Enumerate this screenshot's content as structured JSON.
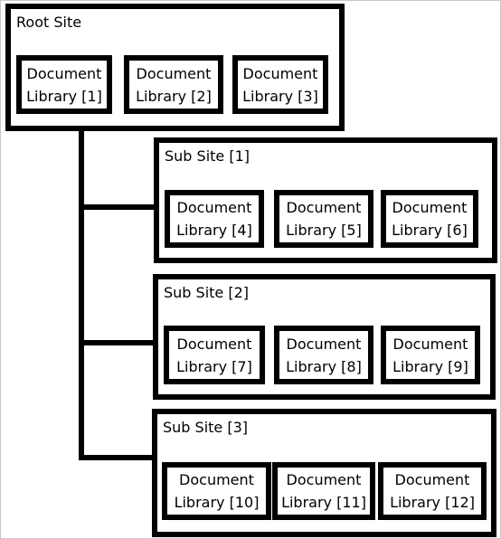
{
  "diagram": {
    "root": {
      "title": "Root Site",
      "libraries": [
        {
          "line1": "Document",
          "line2": "Library [1]"
        },
        {
          "line1": "Document",
          "line2": "Library [2]"
        },
        {
          "line1": "Document",
          "line2": "Library [3]"
        }
      ]
    },
    "subsites": [
      {
        "title": "Sub Site [1]",
        "libraries": [
          {
            "line1": "Document",
            "line2": "Library [4]"
          },
          {
            "line1": "Document",
            "line2": "Library [5]"
          },
          {
            "line1": "Document",
            "line2": "Library [6]"
          }
        ]
      },
      {
        "title": "Sub Site [2]",
        "libraries": [
          {
            "line1": "Document",
            "line2": "Library [7]"
          },
          {
            "line1": "Document",
            "line2": "Library [8]"
          },
          {
            "line1": "Document",
            "line2": "Library [9]"
          }
        ]
      },
      {
        "title": "Sub Site [3]",
        "libraries": [
          {
            "line1": "Document",
            "line2": "Library [10]"
          },
          {
            "line1": "Document",
            "line2": "Library [11]"
          },
          {
            "line1": "Document",
            "line2": "Library [12]"
          }
        ]
      }
    ]
  }
}
